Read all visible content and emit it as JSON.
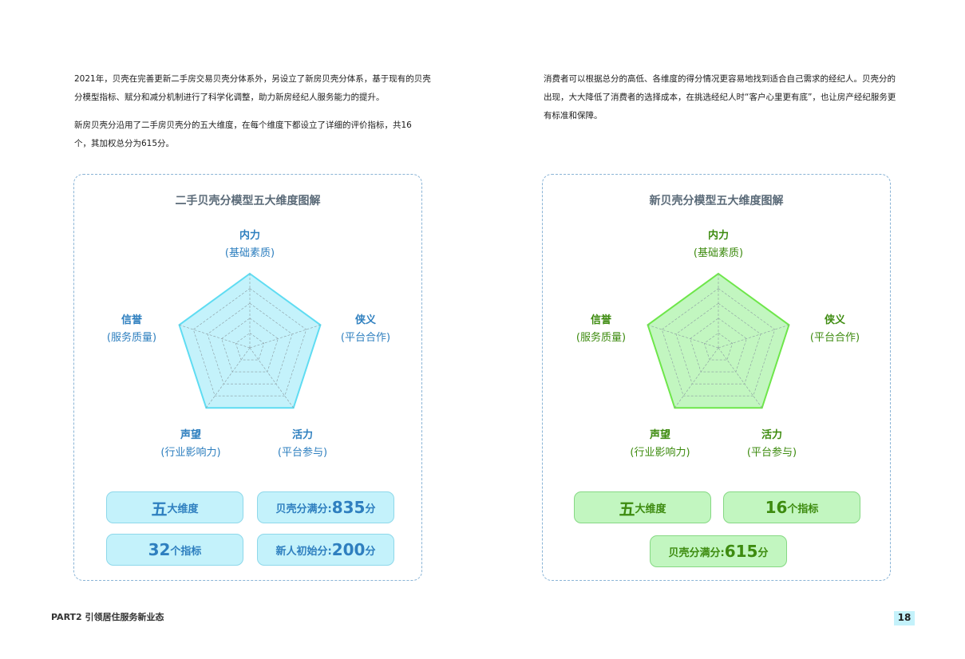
{
  "left_text": {
    "p1_line1": "2021年，贝壳在完善更新二手房交易贝壳分体系外，另设立了新房贝壳分体系，基于现有的贝壳",
    "p1_line2": "分模型指标、赋分和减分机制进行了科学化调整，助力新房经纪人服务能力的提升。",
    "p2_line1": "新房贝壳分沿用了二手房贝壳分的五大维度，在每个维度下都设立了详细的评价指标，共16",
    "p2_line2": "个，其加权总分为615分。"
  },
  "right_text": {
    "line1": "消费者可以根据总分的高低、各维度的得分情况更容易地找到适合自己需求的经纪人。贝壳分的",
    "line2": "出现，大大降低了消费者的选择成本，在挑选经纪人时“客户心里更有底”，也让房产经纪服务更",
    "line3": "有标准和保障。"
  },
  "panel_left": {
    "title": "二手贝壳分模型五大维度图解",
    "dims": {
      "top": {
        "name": "内力",
        "sub": "(基础素质)"
      },
      "right": {
        "name": "侠义",
        "sub": "(平台合作)"
      },
      "left": {
        "name": "信誉",
        "sub": "(服务质量)"
      },
      "bottom_left": {
        "name": "声望",
        "sub": "(行业影响力)"
      },
      "bottom_right": {
        "name": "活力",
        "sub": "(平台参与)"
      }
    },
    "badges": {
      "b1_big": "五",
      "b1_small": "大维度",
      "b2_small": "贝壳分满分:",
      "b2_big": "835",
      "b2_unit": "分",
      "b3_big": "32",
      "b3_small": "个指标",
      "b4_small": "新人初始分:",
      "b4_big": "200",
      "b4_unit": "分"
    },
    "color_fill": "#c4f2fb",
    "color_stroke": "#5fdcf2"
  },
  "panel_right": {
    "title": "新贝壳分模型五大维度图解",
    "dims": {
      "top": {
        "name": "内力",
        "sub": "(基础素质)"
      },
      "right": {
        "name": "侠义",
        "sub": "(平台合作)"
      },
      "left": {
        "name": "信誉",
        "sub": "(服务质量)"
      },
      "bottom_left": {
        "name": "声望",
        "sub": "(行业影响力)"
      },
      "bottom_right": {
        "name": "活力",
        "sub": "(平台参与)"
      }
    },
    "badges": {
      "b1_big": "五",
      "b1_small": "大维度",
      "b2_big": "16",
      "b2_small": "个指标",
      "b3_small": "贝壳分满分:",
      "b3_big": "615",
      "b3_unit": "分"
    },
    "color_fill": "#c2f6c0",
    "color_stroke": "#6ee64a"
  },
  "footer": {
    "section": "PART2 引领居住服务新业态",
    "page": "18"
  }
}
